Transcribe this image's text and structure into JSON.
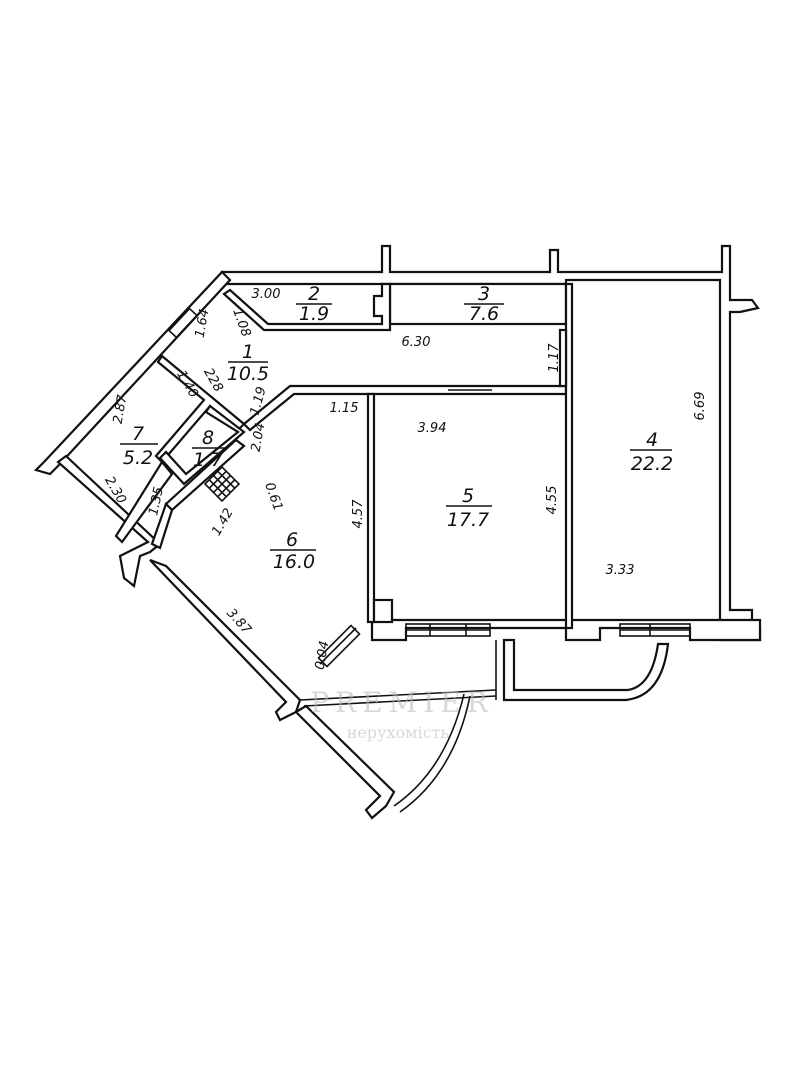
{
  "rooms": [
    {
      "number": "1",
      "area": "10.5"
    },
    {
      "number": "2",
      "area": "1.9"
    },
    {
      "number": "3",
      "area": "7.6"
    },
    {
      "number": "4",
      "area": "22.2"
    },
    {
      "number": "5",
      "area": "17.7"
    },
    {
      "number": "6",
      "area": "16.0"
    },
    {
      "number": "7",
      "area": "5.2"
    },
    {
      "number": "8",
      "area": "1.7"
    }
  ],
  "dimensions": [
    "3.00",
    "1.64",
    "1.08",
    "6.30",
    "1.17",
    "2.87",
    "1.40",
    "228",
    "1.19",
    "1.15",
    "3.94",
    "6.69",
    "2.04",
    "0.61",
    "4.57",
    "4.55",
    "2.30",
    "1.35",
    "1.42",
    "3.33",
    "3.87",
    "0.04"
  ],
  "watermark": {
    "brand": "PREMIER",
    "tagline": "нерухомість"
  }
}
